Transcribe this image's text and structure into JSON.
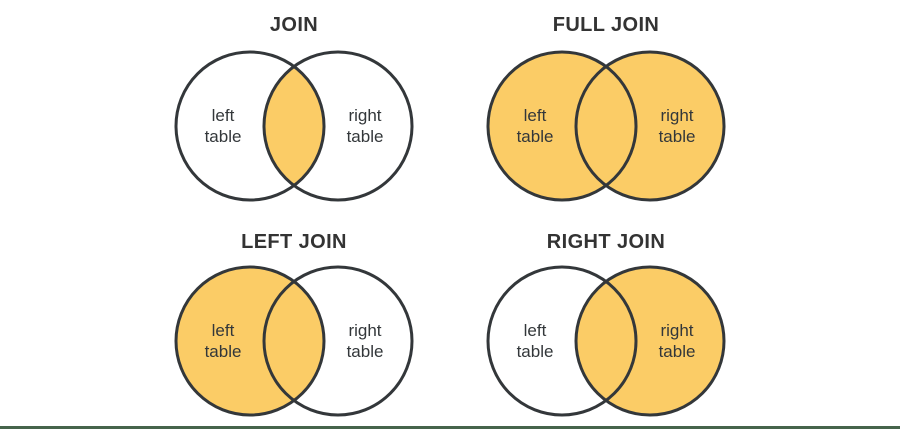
{
  "colors": {
    "background": "#ffffff",
    "highlight": "#fbcc66",
    "circle_stroke": "#33373a",
    "title_text": "#333333",
    "label_text": "#33373a",
    "bottom_rule": "#46644b"
  },
  "diagrams": [
    {
      "title": "JOIN",
      "highlighted_region": "intersection",
      "left_label": {
        "line1": "left",
        "line2": "table"
      },
      "right_label": {
        "line1": "right",
        "line2": "table"
      }
    },
    {
      "title": "FULL JOIN",
      "highlighted_region": "both",
      "left_label": {
        "line1": "left",
        "line2": "table"
      },
      "right_label": {
        "line1": "right",
        "line2": "table"
      }
    },
    {
      "title": "LEFT JOIN",
      "highlighted_region": "left",
      "left_label": {
        "line1": "left",
        "line2": "table"
      },
      "right_label": {
        "line1": "right",
        "line2": "table"
      }
    },
    {
      "title": "RIGHT JOIN",
      "highlighted_region": "right",
      "left_label": {
        "line1": "left",
        "line2": "table"
      },
      "right_label": {
        "line1": "right",
        "line2": "table"
      }
    }
  ]
}
